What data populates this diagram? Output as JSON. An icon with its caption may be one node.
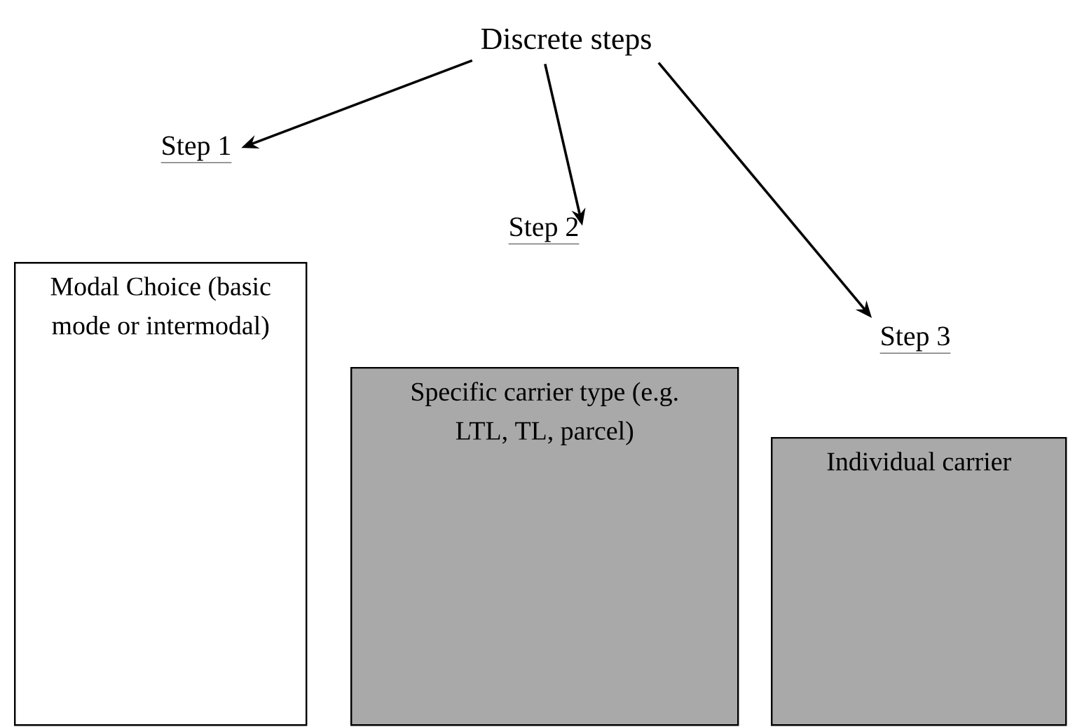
{
  "diagram": {
    "nodes": [
      {
        "text": [
          "Discrete steps"
        ]
      },
      {
        "text": [
          "Step 1"
        ]
      },
      {
        "text": [
          "Step 2"
        ]
      },
      {
        "text": [
          "Step 3"
        ]
      },
      {
        "text": [
          "Modal Choice (basic mode or intermodal)"
        ]
      },
      {
        "text": [
          "Specific carrier type (e.g. LTL, TL, parcel)"
        ]
      },
      {
        "text": [
          "Individual carrier"
        ]
      }
    ],
    "edges": [
      {
        "from": 0,
        "to": 1,
        "arrow": "to"
      },
      {
        "from": 0,
        "to": 2,
        "arrow": "to"
      },
      {
        "from": 0,
        "to": 3,
        "arrow": "to"
      }
    ]
  }
}
